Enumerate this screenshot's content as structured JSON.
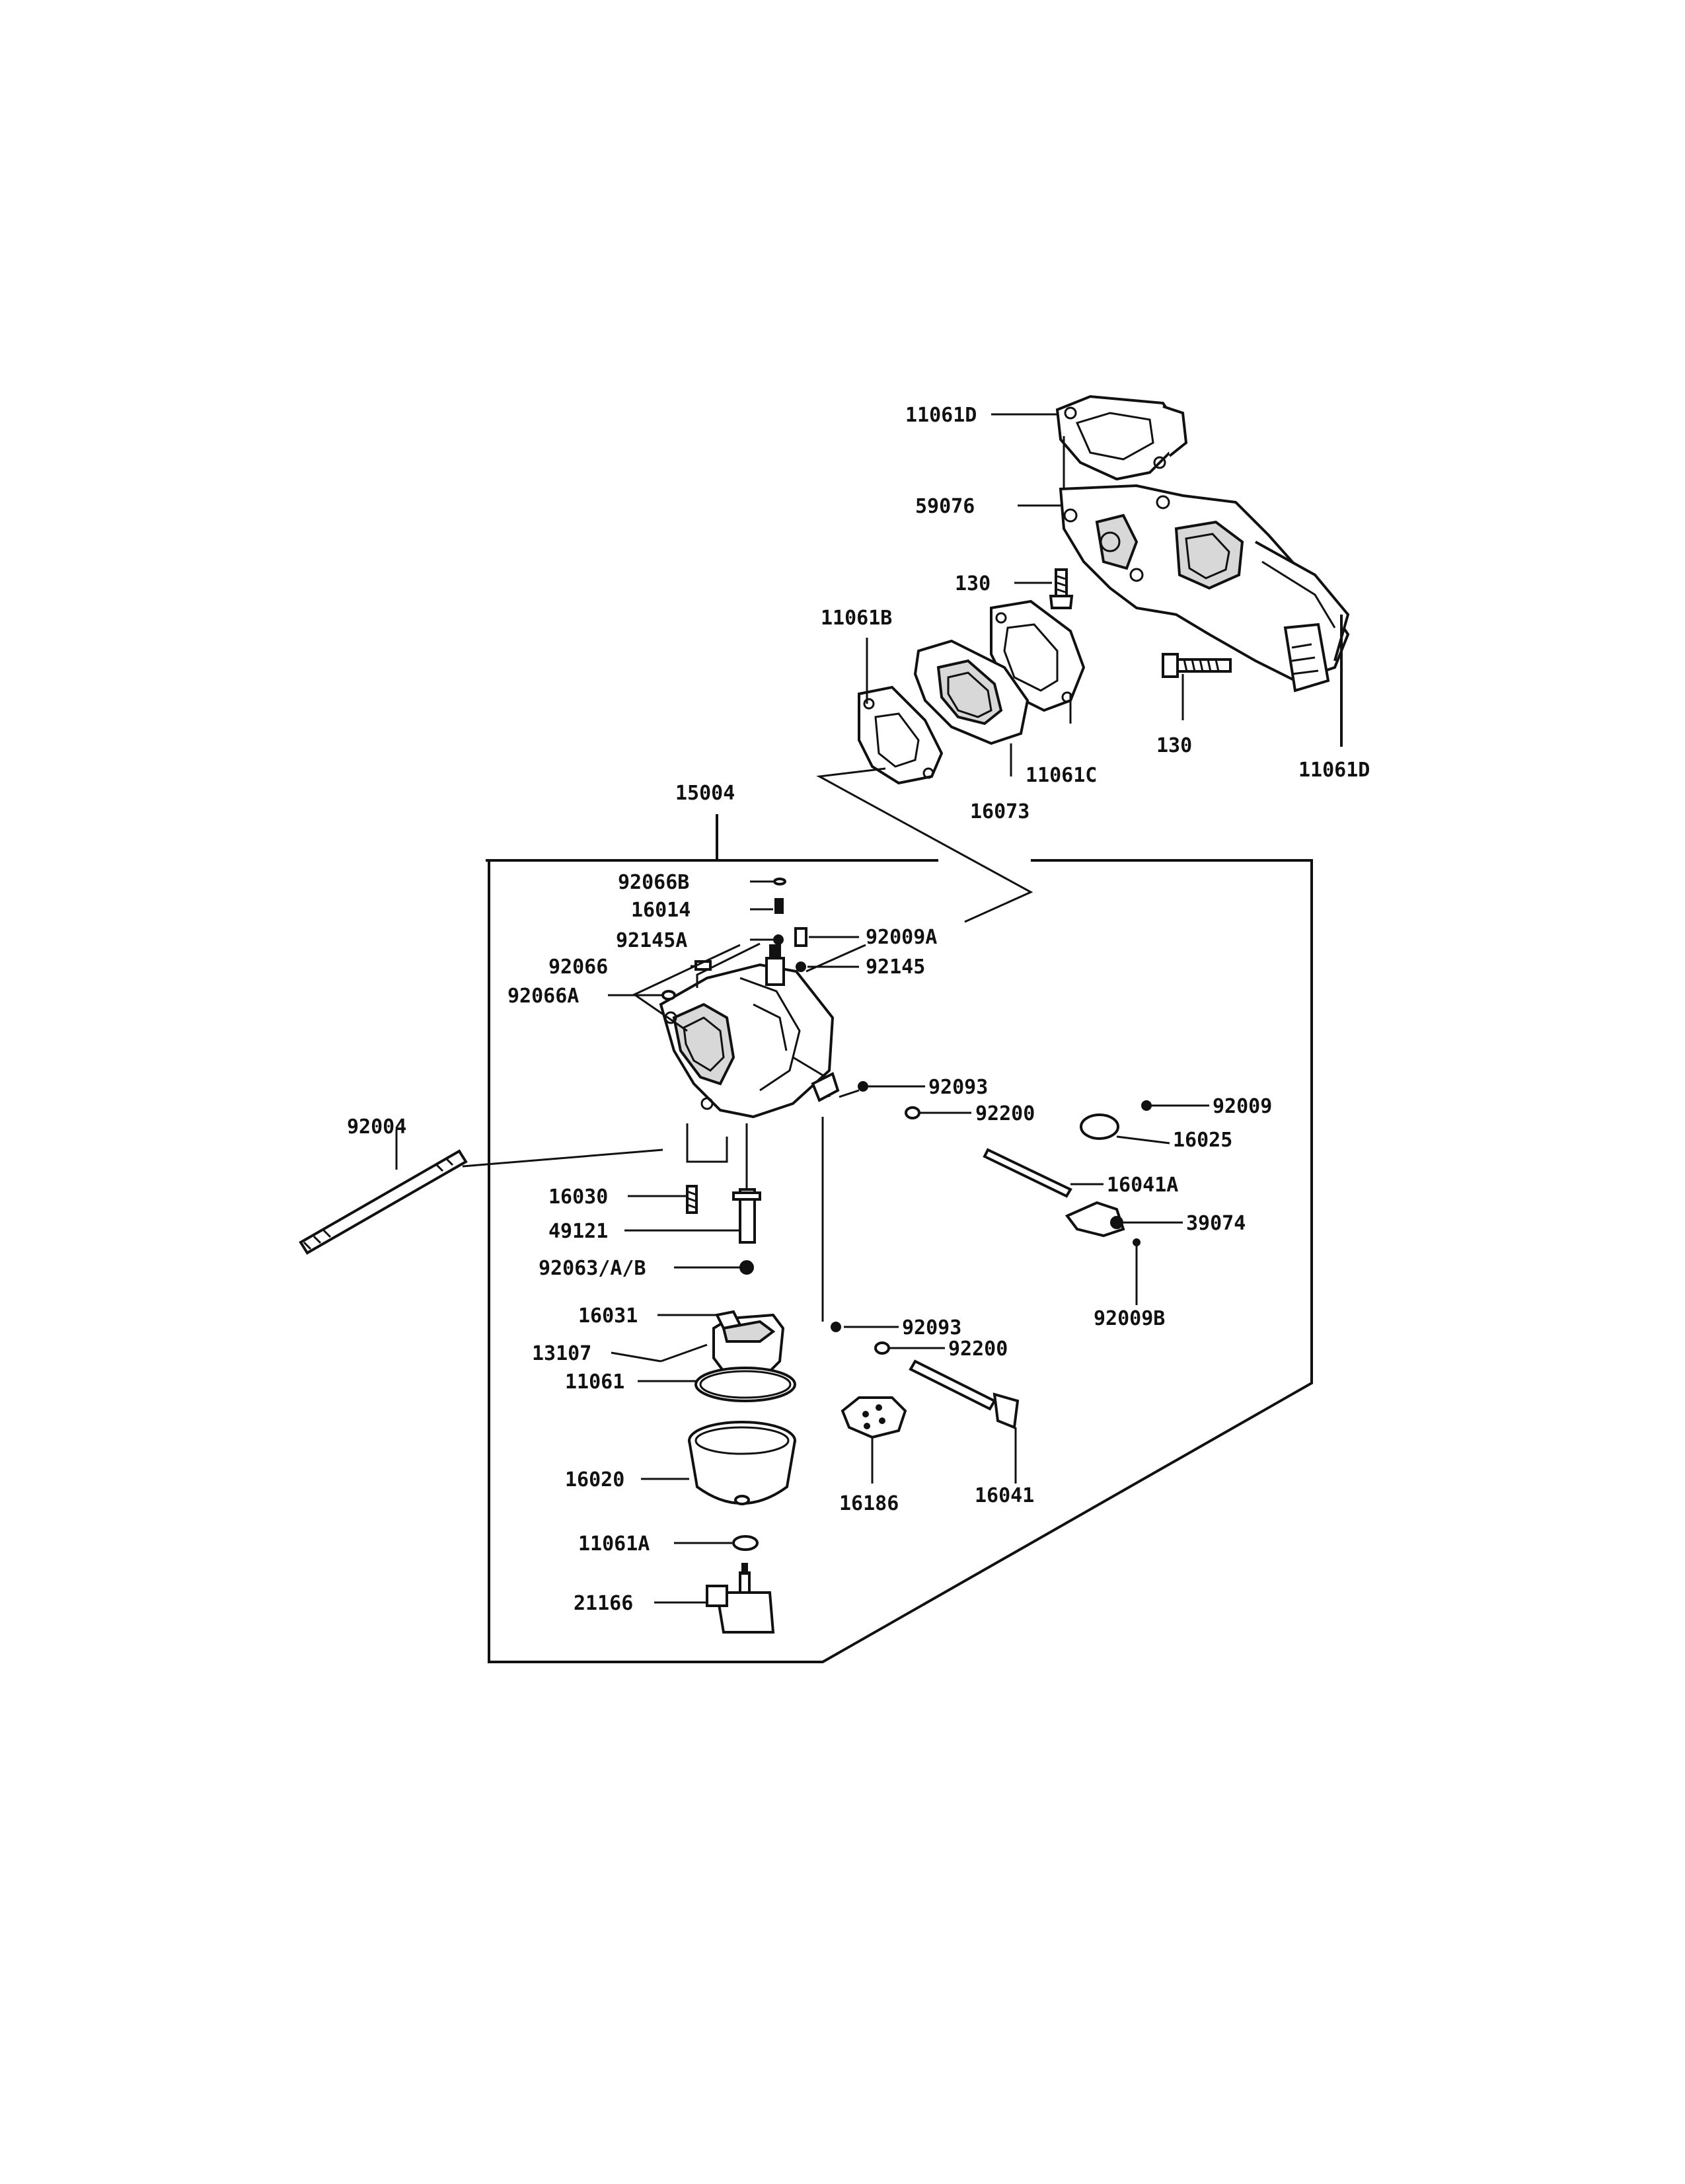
{
  "labels": {
    "p11061d_top": "11061D",
    "p59076": "59076",
    "p130_left": "130",
    "p11061b": "11061B",
    "p11061c": "11061C",
    "p16073": "16073",
    "p130_right": "130",
    "p11061d_right": "11061D",
    "p15004": "15004",
    "p92066b": "92066B",
    "p16014": "16014",
    "p92145a": "92145A",
    "p92009a": "92009A",
    "p92066": "92066",
    "p92145": "92145",
    "p92066a": "92066A",
    "p92093_top": "92093",
    "p92200_top": "92200",
    "p92009": "92009",
    "p16025": "16025",
    "p16041a": "16041A",
    "p39074": "39074",
    "p92009b": "92009B",
    "p92004": "92004",
    "p16030": "16030",
    "p49121": "49121",
    "p92063": "92063/A/B",
    "p16031": "16031",
    "p13107": "13107",
    "p11061": "11061",
    "p92093_bot": "92093",
    "p92200_bot": "92200",
    "p16186": "16186",
    "p16041": "16041",
    "p16020": "16020",
    "p11061a": "11061A",
    "p21166": "21166"
  }
}
